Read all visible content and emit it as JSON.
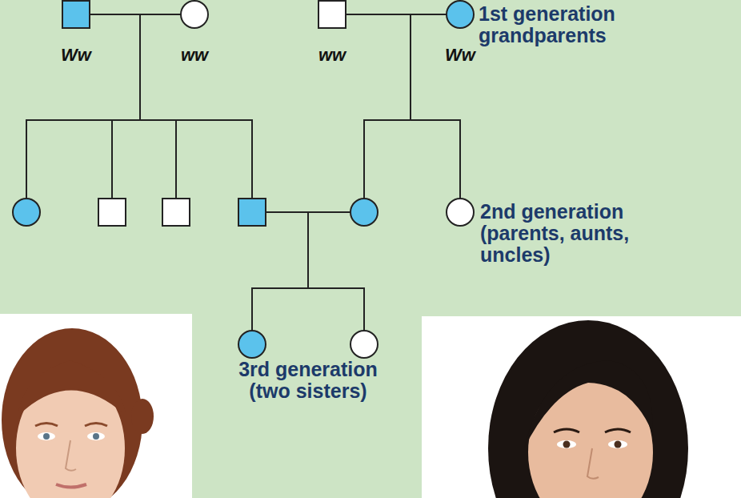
{
  "diagram": {
    "nodes": [
      {
        "text": [
          "Ww"
        ]
      },
      {
        "text": [
          "ww"
        ]
      },
      {
        "text": [
          "ww"
        ]
      },
      {
        "text": [
          "Ww"
        ]
      }
    ],
    "edges": [
      {
        "from": 0,
        "to": 1,
        "arrow": "none"
      },
      {
        "from": 2,
        "to": 3,
        "arrow": "none"
      }
    ],
    "labels": [
      "1st generation grandparents",
      "2nd generation (parents, aunts, uncles)",
      "3rd generation (two sisters)"
    ]
  }
}
